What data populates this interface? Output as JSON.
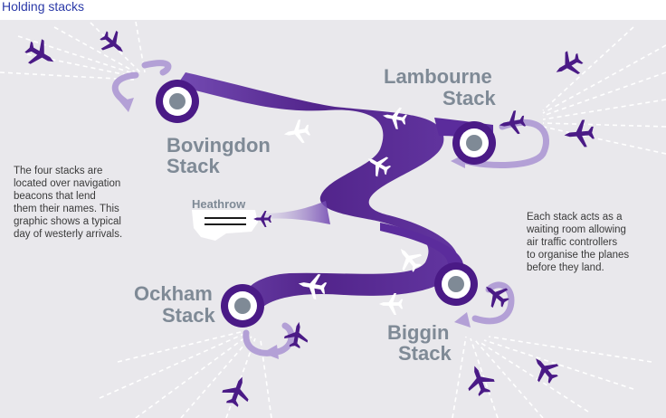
{
  "title": "Holding stacks",
  "airport": "Heathrow",
  "stacks": [
    {
      "name_line1": "Bovingdon",
      "name_line2": "Stack"
    },
    {
      "name_line1": "Lambourne",
      "name_line2": "Stack"
    },
    {
      "name_line1": "Ockham",
      "name_line2": "Stack"
    },
    {
      "name_line1": "Biggin",
      "name_line2": "Stack"
    }
  ],
  "notes": {
    "left_lines": [
      "The four stacks are",
      "located over navigation",
      "beacons that lend",
      "them their names. This",
      "graphic shows a typical",
      "day of westerly arrivals."
    ],
    "right_lines": [
      "Each stack acts as a",
      "waiting room allowing",
      "air traffic controllers",
      "to organise the planes",
      "before they land."
    ]
  },
  "colors": {
    "background": "#e9e8ec",
    "dark_purple": "#4a1a86",
    "mid_purple": "#6e43b0",
    "light_purple": "#b3a0d6",
    "beacon_gray": "#7f8a96",
    "title_blue": "#2b3aa8"
  },
  "icons": [
    "airplane-icon",
    "beacon-icon",
    "runway-icon"
  ]
}
